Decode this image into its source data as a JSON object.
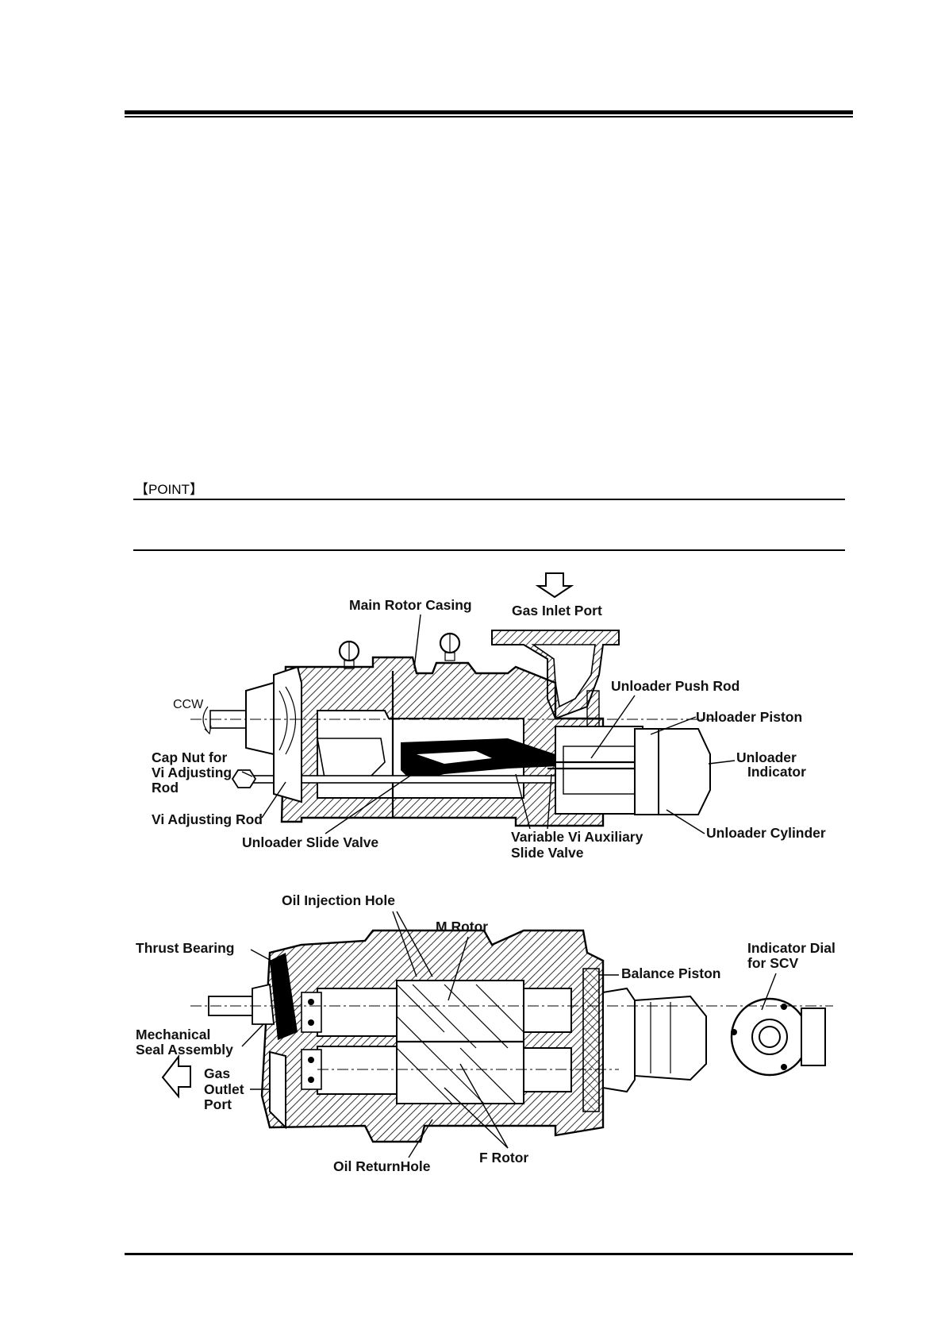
{
  "point_label": "【POINT】",
  "upper_diagram": {
    "arrow_icon": "down-arrow-icon",
    "labels": {
      "main_rotor_casing": "Main Rotor Casing",
      "gas_inlet_port": "Gas Inlet Port",
      "unloader_push_rod": "Unloader Push Rod",
      "unloader_piston": "Unloader Piston",
      "unloader_indicator_1": "Unloader",
      "unloader_indicator_2": "Indicator",
      "ccw": "CCW",
      "cap_nut_1": "Cap Nut for",
      "cap_nut_2": "Vi Adjusting",
      "cap_nut_3": "Rod",
      "vi_adjusting_rod": "Vi Adjusting Rod",
      "unloader_slide_valve": "Unloader Slide Valve",
      "variable_vi_1": "Variable Vi Auxiliary",
      "variable_vi_2": "Slide Valve",
      "unloader_cylinder": "Unloader Cylinder"
    }
  },
  "lower_diagram": {
    "arrow_icon": "left-arrow-icon",
    "labels": {
      "oil_injection_hole": "Oil Injection Hole",
      "m_rotor": "M Rotor",
      "thrust_bearing": "Thrust Bearing",
      "balance_piston": "Balance Piston",
      "indicator_dial_1": "Indicator Dial",
      "indicator_dial_2": "for SCV",
      "mechanical_seal_1": "Mechanical",
      "mechanical_seal_2": "Seal Assembly",
      "gas_outlet_1": "Gas",
      "gas_outlet_2": "Outlet",
      "gas_outlet_3": "Port",
      "oil_return_hole": "Oil ReturnHole",
      "f_rotor": "F Rotor"
    }
  }
}
